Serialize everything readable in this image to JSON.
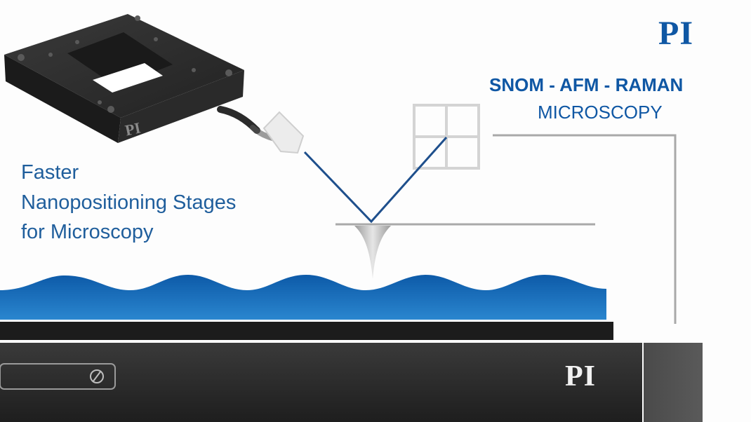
{
  "branding": {
    "logo_text": "PI",
    "stage_logo_text": "PI",
    "stage_engraving": "PI"
  },
  "heading": {
    "title": "SNOM - AFM - RAMAN",
    "subtitle": "MICROSCOPY"
  },
  "tagline": {
    "lines": [
      "Faster",
      "Nanopositioning Stages",
      "for Microscopy"
    ]
  },
  "colors": {
    "brand_blue": "#0f57a4",
    "tagline_blue": "#1f5e9c",
    "wave_top": "#0d5aa8",
    "wave_bottom": "#2a86cf",
    "beam": "#1e4f8c",
    "dark_plate": "#1c1c1c",
    "panel_dark": "#2f2f2f",
    "gray_line": "#a9a9a9"
  },
  "icons": {
    "stage_icon": "nanopositioning-stage",
    "laser_icon": "laser-source",
    "detector_icon": "window-detector",
    "tip_icon": "afm-tip",
    "knob_icon": "slot-screw-icon"
  }
}
